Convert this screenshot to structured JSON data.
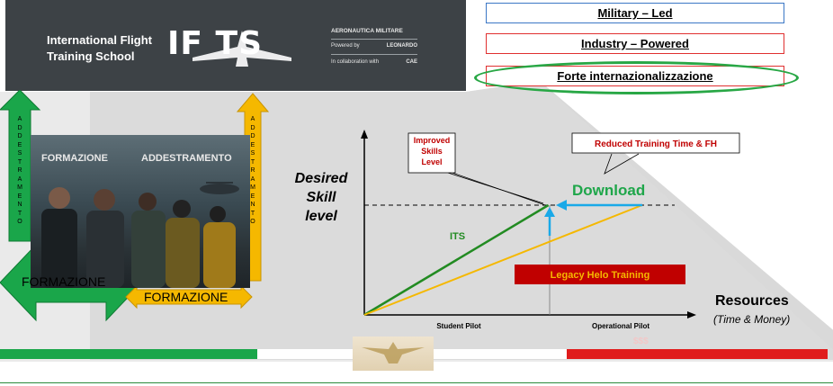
{
  "banner": {
    "school_name": "International Flight Training School",
    "logo_text": "IF TS",
    "org": "AERONAUTICA MILITARE",
    "powered_by_label": "Powered by",
    "powered_by_value": "LEONARDO",
    "collab_label": "In collaboration with",
    "collab_value": "CAE"
  },
  "pillars": {
    "military": "Military – Led",
    "industry": "Industry – Powered",
    "forte": "Forte internazionalizzazione"
  },
  "photo": {
    "title_left": "FORMAZIONE",
    "title_right": "ADDESTRAMENTO"
  },
  "arrows": {
    "left_vertical": "ADDESTRAMENTO",
    "right_vertical": "ADDESTRAMENTO",
    "big_horizontal": "FORMAZIONE",
    "small_horizontal": "FORMAZIONE"
  },
  "chart_data": {
    "type": "line",
    "ylabel": "Desired Skill level",
    "xlabel": "Resources",
    "xlabel_sub": "(Time & Money)",
    "x_categories": [
      "Student Pilot",
      "Operational Pilot"
    ],
    "series": [
      {
        "name": "ITS",
        "color": "#228b22",
        "points": [
          [
            0,
            0
          ],
          [
            0.55,
            1
          ]
        ]
      },
      {
        "name": "Legacy Helo Training",
        "color": "#f5b800",
        "points": [
          [
            0,
            0
          ],
          [
            0.83,
            1
          ]
        ]
      }
    ],
    "annotations": {
      "improved_skills": "Improved Skills Level",
      "reduced_time": "Reduced Training Time & FH",
      "download": "Download",
      "money": "$$$"
    },
    "colors": {
      "its_line": "#228b22",
      "legacy_line": "#f5b800",
      "download": "#1fa64a",
      "arrows": "#19a9e8",
      "legacy_box": "#c00000",
      "annotation_text": "#c00000"
    }
  },
  "flag_colors": {
    "green": "#1aa64a",
    "white": "#ffffff",
    "red": "#e01c1c"
  }
}
